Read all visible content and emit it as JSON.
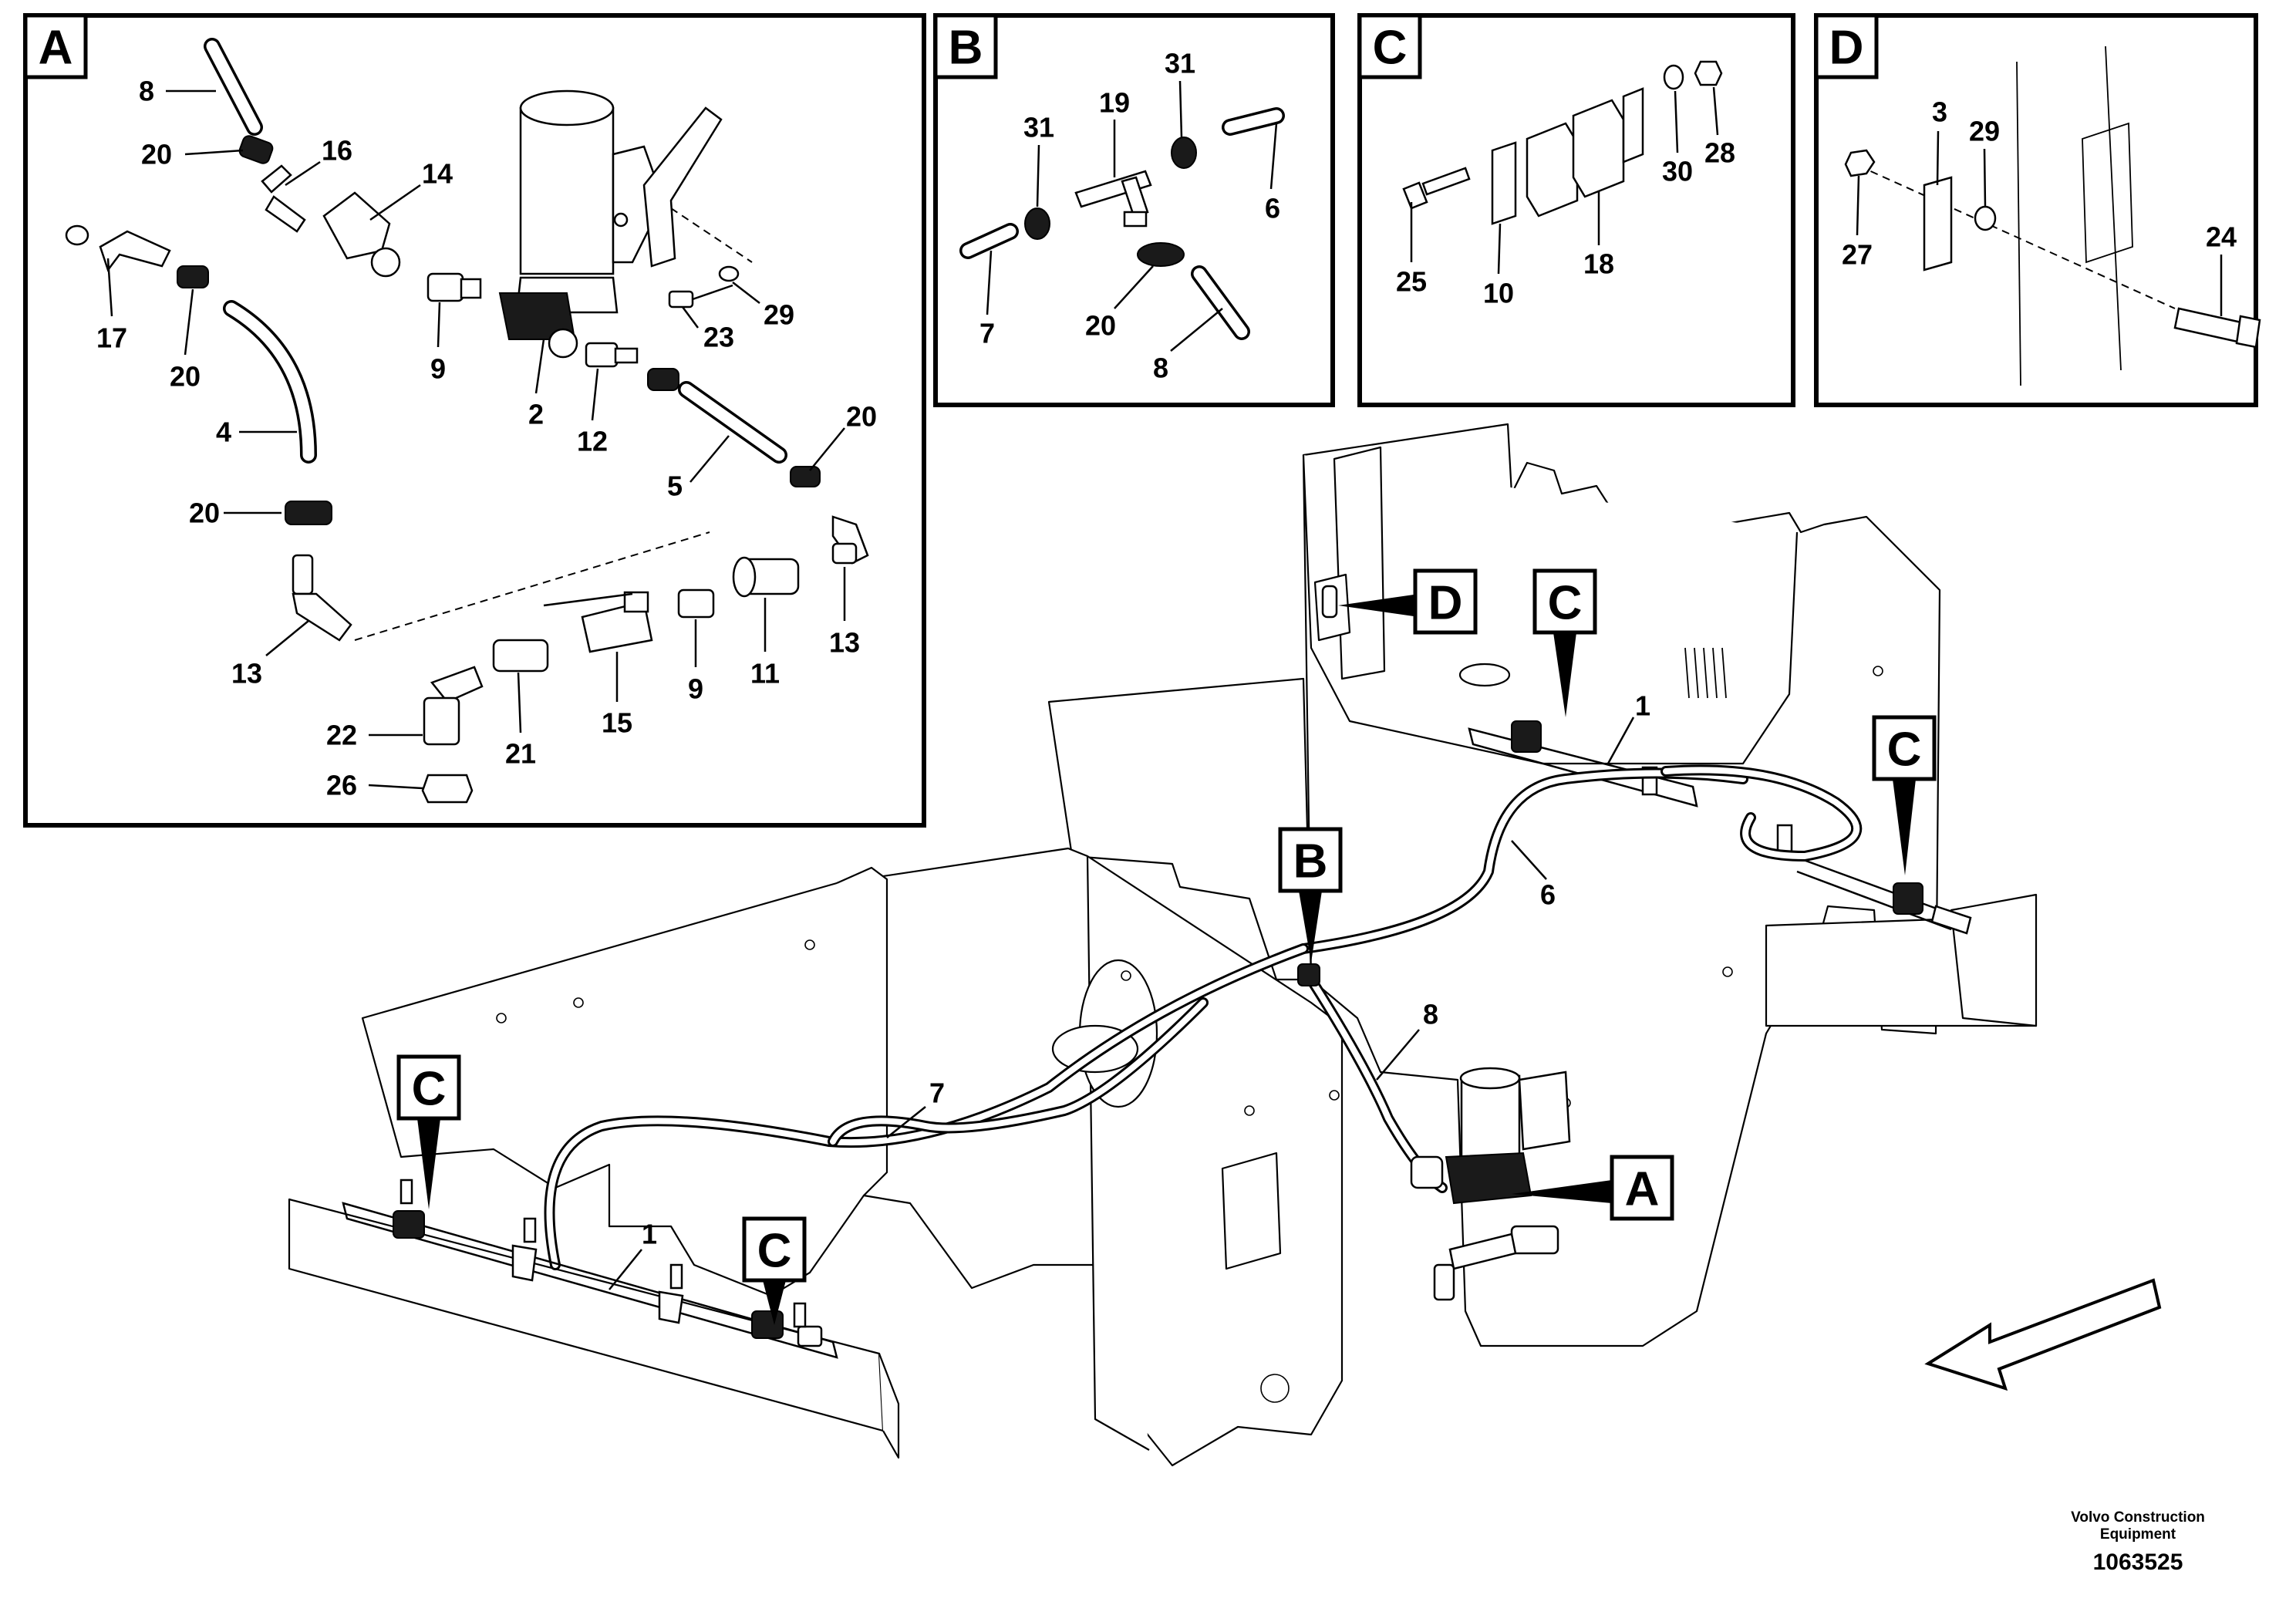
{
  "detail_panels": [
    {
      "tag": "A"
    },
    {
      "tag": "B"
    },
    {
      "tag": "C"
    },
    {
      "tag": "D"
    }
  ],
  "panel_a_labels": [
    "8",
    "20",
    "16",
    "14",
    "17",
    "20",
    "4",
    "20",
    "13",
    "9",
    "2",
    "12",
    "23",
    "29",
    "5",
    "20",
    "13",
    "11",
    "9",
    "15",
    "21",
    "22",
    "26"
  ],
  "panel_b_labels": [
    "31",
    "19",
    "31",
    "7",
    "20",
    "6",
    "8"
  ],
  "panel_c_labels": [
    "25",
    "10",
    "18",
    "30",
    "28"
  ],
  "panel_d_labels": [
    "3",
    "29",
    "27",
    "24"
  ],
  "overview_tags": [
    "D",
    "C",
    "C",
    "B",
    "C",
    "C",
    "A"
  ],
  "overview_labels": [
    "1",
    "6",
    "8",
    "7",
    "1"
  ],
  "footer": {
    "brand_line1": "Volvo Construction",
    "brand_line2": "Equipment",
    "doc_number": "1063525"
  }
}
